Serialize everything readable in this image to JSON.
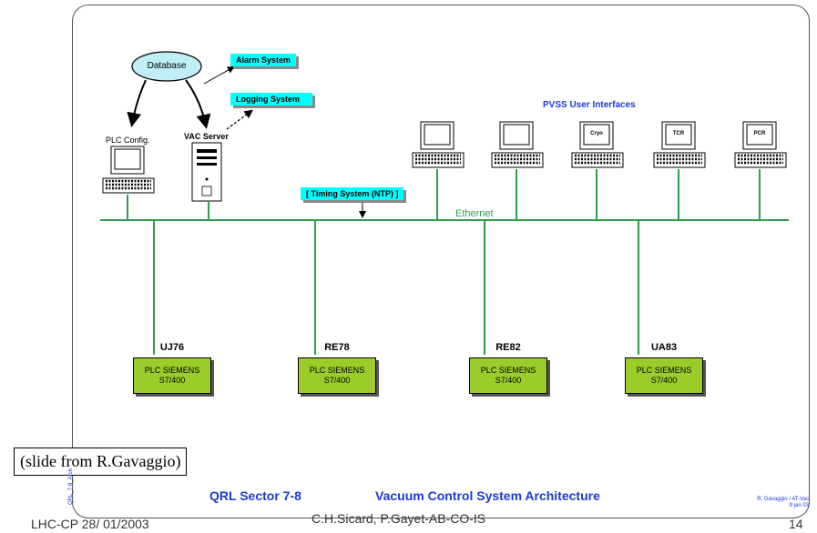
{
  "database": "Database",
  "alarm_system": "Alarm System",
  "logging_system": "Logging System",
  "plc_config": "PLC Config.",
  "vac_server": "VAC Server",
  "timing_system": "[ Timing System (NTP) ]",
  "ethernet": "Ethernet",
  "pvss_user_interfaces": "PVSS User Interfaces",
  "terminal_labels": [
    "",
    "",
    "Cryo",
    "TCR",
    "PCR"
  ],
  "plcs": [
    {
      "name": "UJ76",
      "line1": "PLC SIEMENS",
      "line2": "S7/400"
    },
    {
      "name": "RE78",
      "line1": "PLC SIEMENS",
      "line2": "S7/400"
    },
    {
      "name": "RE82",
      "line1": "PLC SIEMENS",
      "line2": "S7/400"
    },
    {
      "name": "UA83",
      "line1": "PLC SIEMENS",
      "line2": "S7/400"
    }
  ],
  "slide_credit": "(slide from R.Gavaggio)",
  "title_left": "QRL Sector 7-8",
  "title_right": "Vacuum Control System Architecture",
  "author_note_line1": "R. Gavaggio / AT-Vac",
  "author_note_line2": "9 jan 03",
  "side_note": "QRL_7-8_Arch",
  "footer_left": "LHC-CP  28/ 01/2003",
  "footer_center": "C.H.Sicard, P.Gayet-AB-CO-IS",
  "footer_page": "14",
  "colors": {
    "pill": "#00ffff",
    "plc": "#9ccc2a",
    "ethernet": "#2e9e4a",
    "title": "#1a3bd6"
  }
}
